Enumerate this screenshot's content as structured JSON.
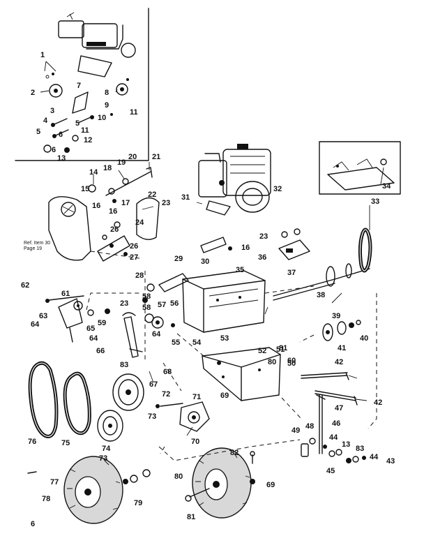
{
  "callouts": [
    {
      "id": "c1",
      "text": "1"
    },
    {
      "id": "c2",
      "text": "2"
    },
    {
      "id": "c3",
      "text": "3"
    },
    {
      "id": "c4",
      "text": "4"
    },
    {
      "id": "c5",
      "text": "5"
    },
    {
      "id": "c5b",
      "text": "5"
    },
    {
      "id": "c6",
      "text": "6"
    },
    {
      "id": "c6b",
      "text": "6"
    },
    {
      "id": "c7",
      "text": "7"
    },
    {
      "id": "c8",
      "text": "8"
    },
    {
      "id": "c9",
      "text": "9"
    },
    {
      "id": "c10",
      "text": "10"
    },
    {
      "id": "c11",
      "text": "11"
    },
    {
      "id": "c11b",
      "text": "11"
    },
    {
      "id": "c12",
      "text": "12"
    },
    {
      "id": "c13",
      "text": "13"
    },
    {
      "id": "c14",
      "text": "14"
    },
    {
      "id": "c15",
      "text": "15"
    },
    {
      "id": "c16",
      "text": "16"
    },
    {
      "id": "c16b",
      "text": "16"
    },
    {
      "id": "c16c",
      "text": "16"
    },
    {
      "id": "c17",
      "text": "17"
    },
    {
      "id": "c18",
      "text": "18"
    },
    {
      "id": "c19",
      "text": "19"
    },
    {
      "id": "c20",
      "text": "20"
    },
    {
      "id": "c21",
      "text": "21"
    },
    {
      "id": "c22",
      "text": "22"
    },
    {
      "id": "c23",
      "text": "23"
    },
    {
      "id": "c23b",
      "text": "23"
    },
    {
      "id": "c23c",
      "text": "23"
    },
    {
      "id": "c24",
      "text": "24"
    },
    {
      "id": "c26",
      "text": "26"
    },
    {
      "id": "c26b",
      "text": "26"
    },
    {
      "id": "c27",
      "text": "27"
    },
    {
      "id": "c28",
      "text": "28"
    },
    {
      "id": "c29",
      "text": "29"
    },
    {
      "id": "c30",
      "text": "30"
    },
    {
      "id": "c31",
      "text": "31"
    },
    {
      "id": "c32",
      "text": "32"
    },
    {
      "id": "c33",
      "text": "33"
    },
    {
      "id": "c34",
      "text": "34"
    },
    {
      "id": "c35",
      "text": "35"
    },
    {
      "id": "c36",
      "text": "36"
    },
    {
      "id": "c37",
      "text": "37"
    },
    {
      "id": "c38",
      "text": "38"
    },
    {
      "id": "c39",
      "text": "39"
    },
    {
      "id": "c40",
      "text": "40"
    },
    {
      "id": "c41",
      "text": "41"
    },
    {
      "id": "c42",
      "text": "42"
    },
    {
      "id": "c42b",
      "text": "42"
    },
    {
      "id": "c43",
      "text": "43"
    },
    {
      "id": "c44",
      "text": "44"
    },
    {
      "id": "c44b",
      "text": "44"
    },
    {
      "id": "c45",
      "text": "45"
    },
    {
      "id": "c46",
      "text": "46"
    },
    {
      "id": "c47",
      "text": "47"
    },
    {
      "id": "c48",
      "text": "48"
    },
    {
      "id": "c49",
      "text": "49"
    },
    {
      "id": "c13b",
      "text": "13"
    },
    {
      "id": "c50",
      "text": "50"
    },
    {
      "id": "c51",
      "text": "51"
    },
    {
      "id": "c52",
      "text": "52"
    },
    {
      "id": "c53",
      "text": "53"
    },
    {
      "id": "c54",
      "text": "54"
    },
    {
      "id": "c55",
      "text": "55"
    },
    {
      "id": "c56",
      "text": "56"
    },
    {
      "id": "c57",
      "text": "57"
    },
    {
      "id": "c58",
      "text": "58"
    },
    {
      "id": "c58b",
      "text": "58"
    },
    {
      "id": "c59",
      "text": "59"
    },
    {
      "id": "c60",
      "text": "60"
    },
    {
      "id": "c61",
      "text": "61"
    },
    {
      "id": "c62",
      "text": "62"
    },
    {
      "id": "c63",
      "text": "63"
    },
    {
      "id": "c64",
      "text": "64"
    },
    {
      "id": "c64b",
      "text": "64"
    },
    {
      "id": "c64c",
      "text": "64"
    },
    {
      "id": "c65",
      "text": "65"
    },
    {
      "id": "c66",
      "text": "66"
    },
    {
      "id": "c67",
      "text": "67"
    },
    {
      "id": "c68",
      "text": "68"
    },
    {
      "id": "c69",
      "text": "69"
    },
    {
      "id": "c69b",
      "text": "69"
    },
    {
      "id": "c70",
      "text": "70"
    },
    {
      "id": "c71",
      "text": "71"
    },
    {
      "id": "c72",
      "text": "72"
    },
    {
      "id": "c73",
      "text": "73"
    },
    {
      "id": "c73b",
      "text": "73"
    },
    {
      "id": "c74",
      "text": "74"
    },
    {
      "id": "c75",
      "text": "75"
    },
    {
      "id": "c76",
      "text": "76"
    },
    {
      "id": "c77",
      "text": "77"
    },
    {
      "id": "c78",
      "text": "78"
    },
    {
      "id": "c79",
      "text": "79"
    },
    {
      "id": "c80",
      "text": "80"
    },
    {
      "id": "c80b",
      "text": "80"
    },
    {
      "id": "c81",
      "text": "81"
    },
    {
      "id": "c81b",
      "text": "81"
    },
    {
      "id": "c82",
      "text": "82"
    },
    {
      "id": "c83",
      "text": "83"
    },
    {
      "id": "c83b",
      "text": "83"
    },
    {
      "id": "c6c",
      "text": "6"
    }
  ],
  "reference_note": {
    "line1": "Ref. Item 30",
    "line2": "Page 19"
  }
}
